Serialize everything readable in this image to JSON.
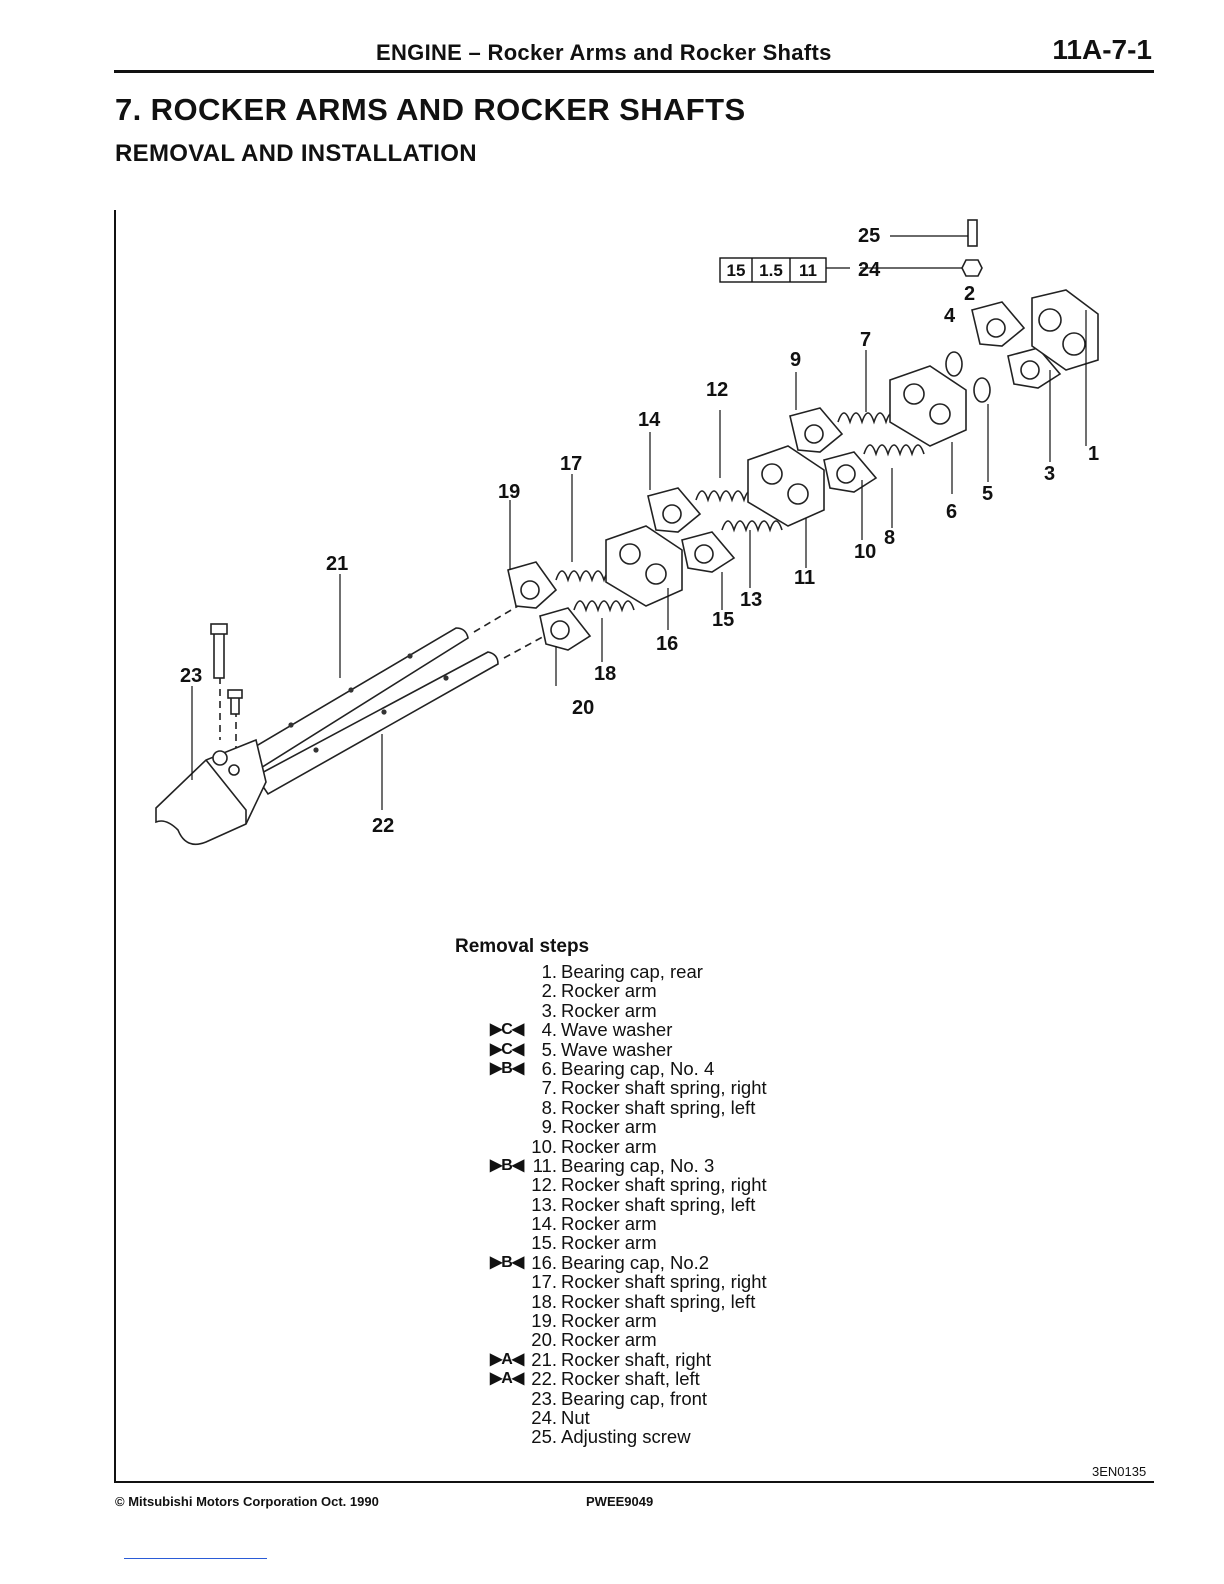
{
  "header": {
    "title": "ENGINE – Rocker Arms and Rocker Shafts",
    "page_number": "11A-7-1"
  },
  "section": {
    "title": "7. ROCKER ARMS AND ROCKER SHAFTS",
    "subtitle": "REMOVAL AND INSTALLATION"
  },
  "diagram": {
    "torque_spec": [
      "15",
      "1.5",
      "11"
    ],
    "callouts": [
      "1",
      "2",
      "3",
      "4",
      "5",
      "6",
      "7",
      "8",
      "9",
      "10",
      "11",
      "12",
      "13",
      "14",
      "15",
      "16",
      "17",
      "18",
      "19",
      "20",
      "21",
      "22",
      "23",
      "24",
      "25"
    ],
    "code": "3EN0135"
  },
  "removal": {
    "heading": "Removal steps",
    "steps": [
      {
        "num": "1.",
        "label": "Bearing cap, rear",
        "mark": ""
      },
      {
        "num": "2.",
        "label": "Rocker arm",
        "mark": ""
      },
      {
        "num": "3.",
        "label": "Rocker arm",
        "mark": ""
      },
      {
        "num": "4.",
        "label": "Wave washer",
        "mark": "▶C◀"
      },
      {
        "num": "5.",
        "label": "Wave washer",
        "mark": "▶C◀"
      },
      {
        "num": "6.",
        "label": "Bearing cap, No. 4",
        "mark": "▶B◀"
      },
      {
        "num": "7.",
        "label": "Rocker shaft spring, right",
        "mark": ""
      },
      {
        "num": "8.",
        "label": "Rocker shaft spring, left",
        "mark": ""
      },
      {
        "num": "9.",
        "label": "Rocker arm",
        "mark": ""
      },
      {
        "num": "10.",
        "label": "Rocker arm",
        "mark": ""
      },
      {
        "num": "11.",
        "label": "Bearing cap, No. 3",
        "mark": "▶B◀"
      },
      {
        "num": "12.",
        "label": "Rocker shaft spring, right",
        "mark": ""
      },
      {
        "num": "13.",
        "label": "Rocker shaft spring, left",
        "mark": ""
      },
      {
        "num": "14.",
        "label": "Rocker arm",
        "mark": ""
      },
      {
        "num": "15.",
        "label": "Rocker arm",
        "mark": ""
      },
      {
        "num": "16.",
        "label": "Bearing cap, No.2",
        "mark": "▶B◀"
      },
      {
        "num": "17.",
        "label": "Rocker shaft spring, right",
        "mark": ""
      },
      {
        "num": "18.",
        "label": "Rocker shaft spring, left",
        "mark": ""
      },
      {
        "num": "19.",
        "label": "Rocker arm",
        "mark": ""
      },
      {
        "num": "20.",
        "label": "Rocker arm",
        "mark": ""
      },
      {
        "num": "21.",
        "label": "Rocker shaft, right",
        "mark": "▶A◀"
      },
      {
        "num": "22.",
        "label": "Rocker shaft, left",
        "mark": "▶A◀"
      },
      {
        "num": "23.",
        "label": "Bearing cap, front",
        "mark": ""
      },
      {
        "num": "24.",
        "label": "Nut",
        "mark": ""
      },
      {
        "num": "25.",
        "label": "Adjusting screw",
        "mark": ""
      }
    ]
  },
  "footer": {
    "copyright": "© Mitsubishi Motors Corporation   Oct. 1990",
    "publication": "PWEE9049"
  }
}
